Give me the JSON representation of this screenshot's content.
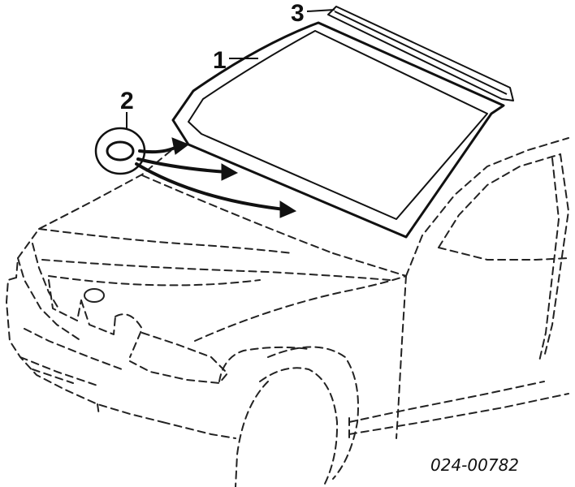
{
  "diagram": {
    "callouts": {
      "windshield": "1",
      "seal": "2",
      "molding": "3"
    },
    "part_number": "024-00782"
  }
}
